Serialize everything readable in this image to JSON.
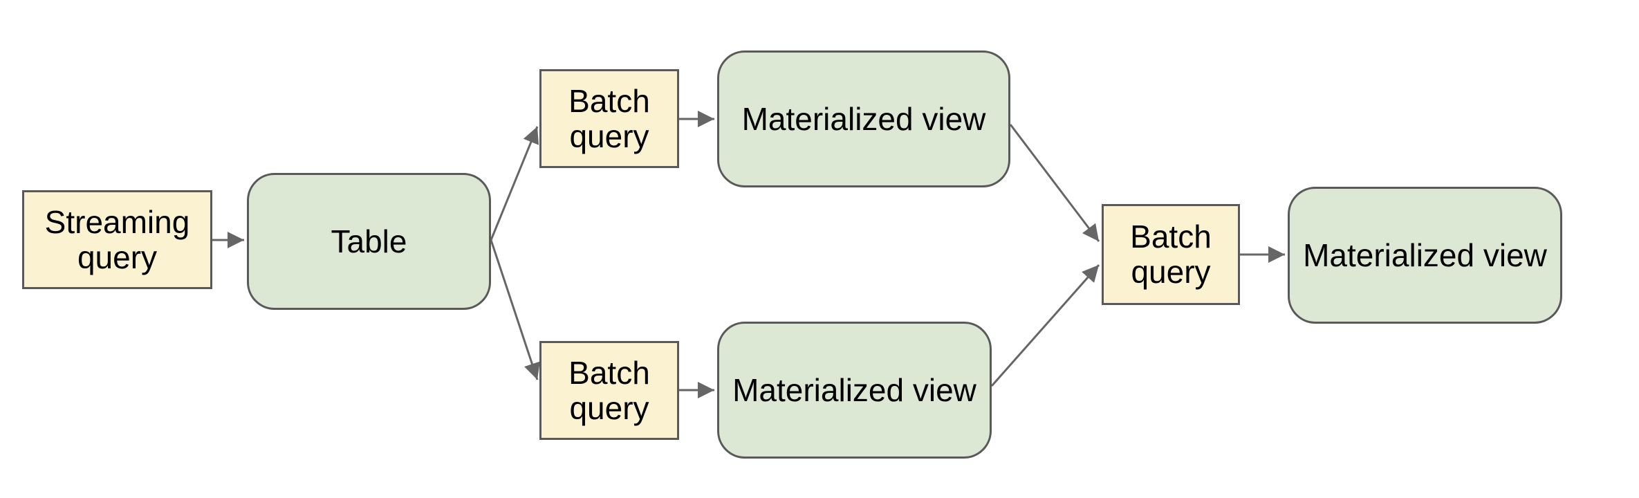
{
  "diagram": {
    "background_color": "#ffffff",
    "colors": {
      "query_fill": "#faf2d0",
      "view_fill": "#dce8d3",
      "border": "#595959",
      "arrow": "#666666",
      "text": "#000000"
    },
    "nodes": [
      {
        "id": "streaming-query",
        "label": "Streaming query",
        "shape": "rectangle",
        "kind": "query"
      },
      {
        "id": "table",
        "label": "Table",
        "shape": "rounded-rectangle",
        "kind": "table"
      },
      {
        "id": "batch-query-top",
        "label": "Batch query",
        "shape": "rectangle",
        "kind": "query"
      },
      {
        "id": "materialized-view-top",
        "label": "Materialized view",
        "shape": "rounded-rectangle",
        "kind": "view"
      },
      {
        "id": "batch-query-bottom",
        "label": "Batch query",
        "shape": "rectangle",
        "kind": "query"
      },
      {
        "id": "materialized-view-bottom",
        "label": "Materialized view",
        "shape": "rounded-rectangle",
        "kind": "view"
      },
      {
        "id": "batch-query-final",
        "label": "Batch query",
        "shape": "rectangle",
        "kind": "query"
      },
      {
        "id": "materialized-view-final",
        "label": "Materialized view",
        "shape": "rounded-rectangle",
        "kind": "view"
      }
    ],
    "edges": [
      {
        "from": "streaming-query",
        "to": "table"
      },
      {
        "from": "table",
        "to": "batch-query-top"
      },
      {
        "from": "table",
        "to": "batch-query-bottom"
      },
      {
        "from": "batch-query-top",
        "to": "materialized-view-top"
      },
      {
        "from": "batch-query-bottom",
        "to": "materialized-view-bottom"
      },
      {
        "from": "materialized-view-top",
        "to": "batch-query-final"
      },
      {
        "from": "materialized-view-bottom",
        "to": "batch-query-final"
      },
      {
        "from": "batch-query-final",
        "to": "materialized-view-final"
      }
    ]
  }
}
